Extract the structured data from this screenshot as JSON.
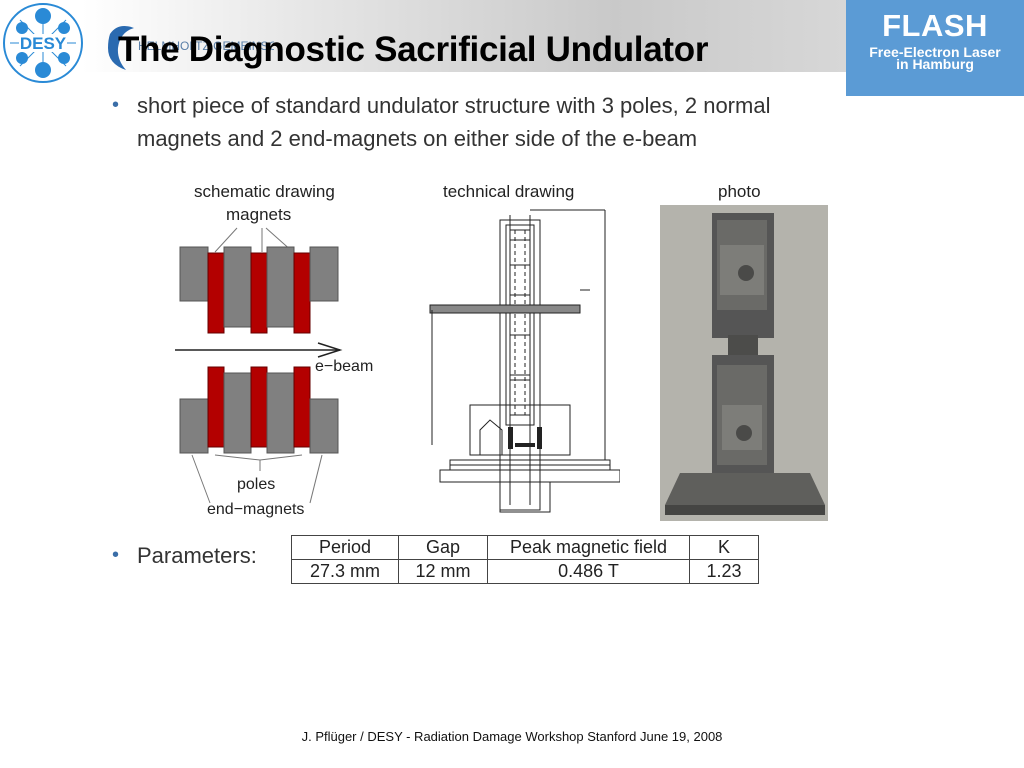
{
  "header": {
    "title": "The Diagnostic Sacrificial Undulator",
    "desy_logo_text": "DESY",
    "helmholtz_logo_text": "HELMHOLTZ GEMEINSCHAFT",
    "flash": {
      "title": "FLASH",
      "subtitle": "Free-Electron Laser",
      "subtitle2": "in Hamburg",
      "color": "#5b9bd5"
    }
  },
  "bullets": {
    "first_line1": "short piece of standard undulator structure with 3 poles, 2 normal",
    "first_line2": "magnets and 2 end-magnets on either side of the e-beam",
    "params_label": "Parameters:"
  },
  "figures": {
    "schematic_title": "schematic drawing",
    "magnets_label": "magnets",
    "ebeam_label": "e−beam",
    "poles_label": "poles",
    "endmagnets_label": "end−magnets",
    "technical_title": "technical drawing",
    "photo_title": "photo",
    "pole_color": "#808080",
    "magnet_color": "#b30000"
  },
  "parameters_table": {
    "headers": [
      "Period",
      "Gap",
      "Peak magnetic field",
      "K"
    ],
    "values": [
      "27.3 mm",
      "12 mm",
      "0.486 T",
      "1.23"
    ]
  },
  "footer": "J. Pflüger / DESY  - Radiation Damage Workshop Stanford June 19, 2008"
}
